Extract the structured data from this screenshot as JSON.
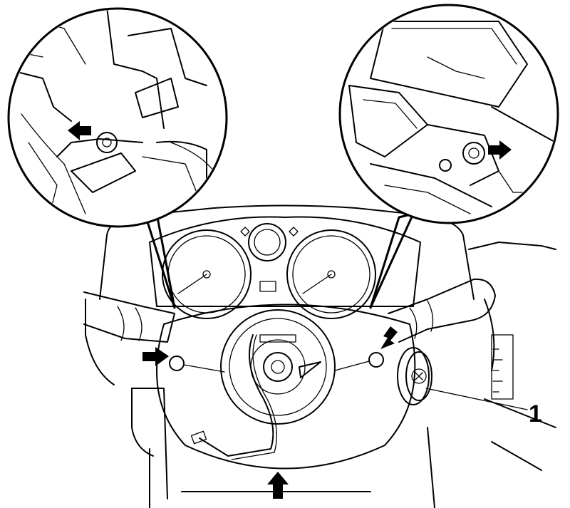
{
  "callouts": [
    {
      "label": "1"
    }
  ],
  "arrows": [
    "arrow-left-detail",
    "arrow-right-detail",
    "arrow-left-screw",
    "arrow-right-screw",
    "arrow-bottom"
  ],
  "colors": {
    "line": "#000000",
    "background": "#ffffff"
  }
}
